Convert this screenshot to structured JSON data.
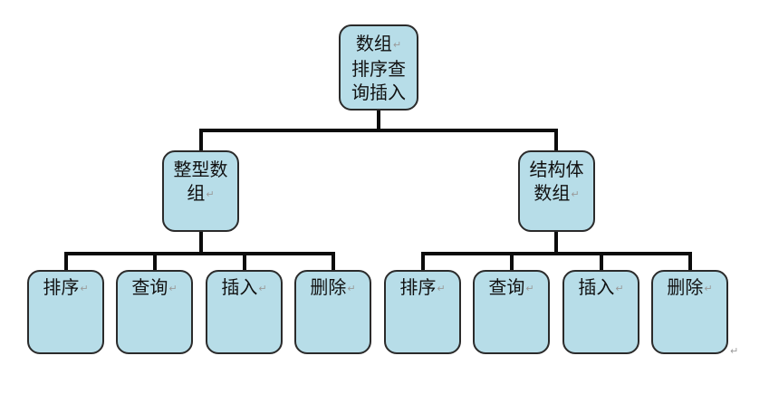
{
  "root": {
    "lines": [
      "数组",
      "排序查",
      "询插入"
    ]
  },
  "level2": [
    {
      "lines": [
        "整型数",
        "组"
      ]
    },
    {
      "lines": [
        "结构体",
        "数组"
      ]
    }
  ],
  "leaves": [
    {
      "label": "排序"
    },
    {
      "label": "查询"
    },
    {
      "label": "插入"
    },
    {
      "label": "删除"
    },
    {
      "label": "排序"
    },
    {
      "label": "查询"
    },
    {
      "label": "插入"
    },
    {
      "label": "删除"
    }
  ],
  "paragraph_mark": "↵",
  "colors": {
    "node_fill": "#b7dde8",
    "node_border": "#2b2b2b",
    "connector": "#0c0c0c",
    "text": "#111111",
    "paragraph_mark": "#9a9a9a"
  }
}
